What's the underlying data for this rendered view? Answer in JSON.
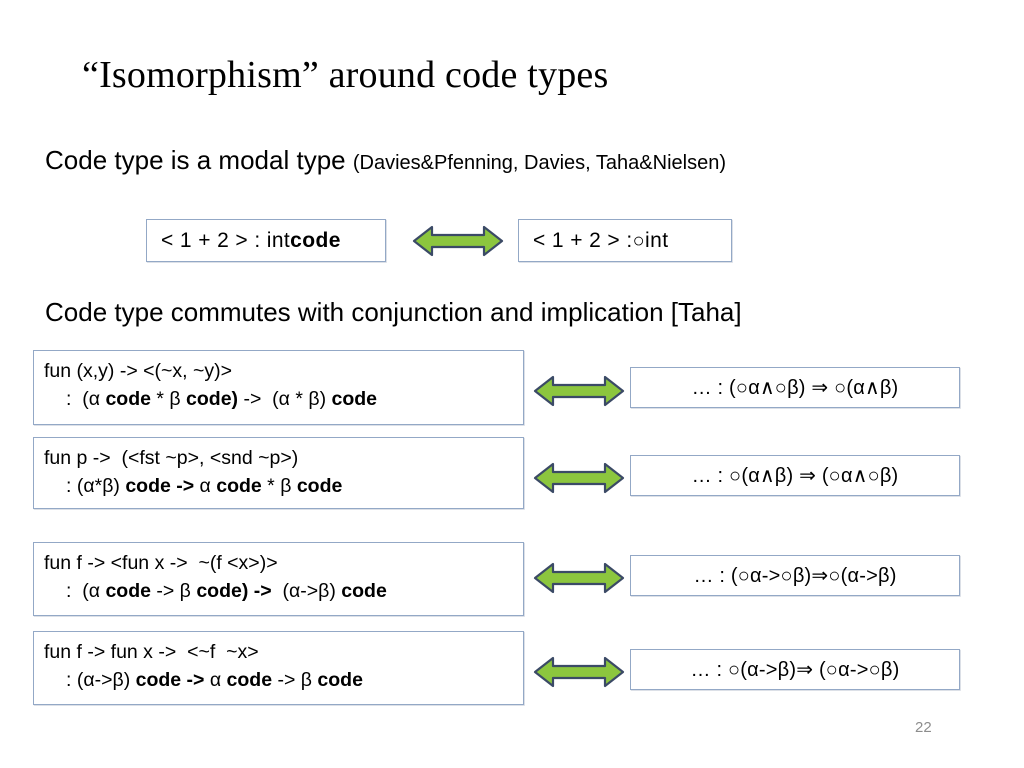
{
  "slide": {
    "title": "“Isomorphism” around code types",
    "page_number": "22",
    "accent_green": "#8cc63e",
    "accent_green_dark": "#3b4a66",
    "box_border": "#93a8c6"
  },
  "sections": {
    "modal": {
      "heading": "Code type is a modal type ",
      "citation": "(Davies&Pfenning, Davies, Taha&Nielsen)"
    },
    "commute": {
      "heading": "Code type commutes with conjunction and implication [Taha]"
    }
  },
  "top_row": {
    "left_box": {
      "prefix": "< 1 + 2 > :  int ",
      "bold": "code"
    },
    "right_box": {
      "prefix": "< 1 + 2 > :  ",
      "ring": "○",
      "suffix": " int"
    },
    "arrow_label": "equivalence-arrow"
  },
  "rules": [
    {
      "code_line1": "fun (x,y) -> <(~x, ~y)>",
      "code_line2_parts": [
        {
          "text": ":  (α ",
          "bold": false
        },
        {
          "text": "code",
          "bold": true
        },
        {
          "text": " * β ",
          "bold": false
        },
        {
          "text": "code)",
          "bold": true
        },
        {
          "text": " ->  (α * β) ",
          "bold": false
        },
        {
          "text": "code",
          "bold": true
        }
      ],
      "formula": "… :  (○α∧○β) ⇒ ○(α∧β)"
    },
    {
      "code_line1": "fun p ->  (<fst ~p>, <snd ~p>)",
      "code_line2_parts": [
        {
          "text": ": (α*β) ",
          "bold": false
        },
        {
          "text": "code ->",
          "bold": true
        },
        {
          "text": " α ",
          "bold": false
        },
        {
          "text": "code",
          "bold": true
        },
        {
          "text": " * β ",
          "bold": false
        },
        {
          "text": "code",
          "bold": true
        }
      ],
      "formula": "… : ○(α∧β) ⇒ (○α∧○β)"
    },
    {
      "code_line1": "fun f -> <fun x ->  ~(f <x>)>",
      "code_line2_parts": [
        {
          "text": ":  (α ",
          "bold": false
        },
        {
          "text": "code",
          "bold": true
        },
        {
          "text": " -> β ",
          "bold": false
        },
        {
          "text": "code)",
          "bold": true
        },
        {
          "text": " ",
          "bold": false
        },
        {
          "text": "->",
          "bold": true
        },
        {
          "text": "  (α->β) ",
          "bold": false
        },
        {
          "text": "code",
          "bold": true
        }
      ],
      "formula": "… :  (○α->○β)⇒○(α->β)"
    },
    {
      "code_line1": "fun f -> fun x ->  <~f  ~x>",
      "code_line2_parts": [
        {
          "text": ": (α->β) ",
          "bold": false
        },
        {
          "text": "code ->",
          "bold": true
        },
        {
          "text": " α ",
          "bold": false
        },
        {
          "text": "code",
          "bold": true
        },
        {
          "text": " -> β ",
          "bold": false
        },
        {
          "text": "code",
          "bold": true
        }
      ],
      "formula": "… : ○(α->β)⇒ (○α->○β)"
    }
  ]
}
